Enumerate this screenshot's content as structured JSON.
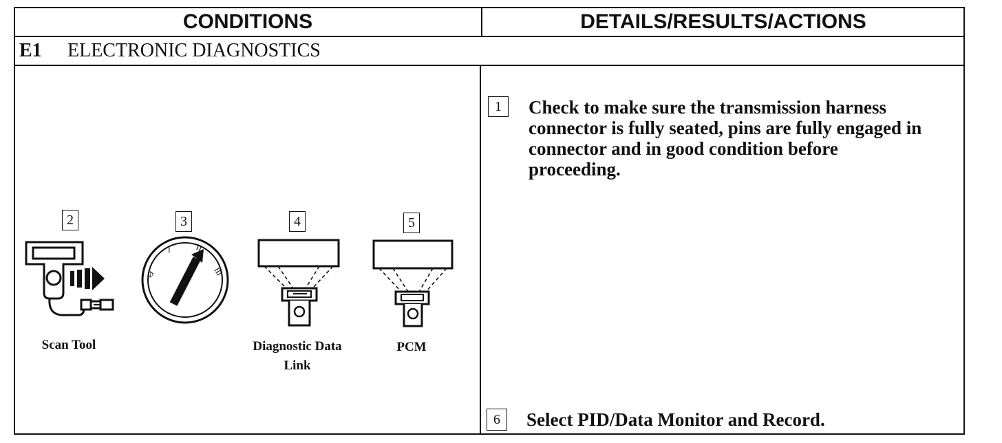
{
  "table": {
    "headers": {
      "conditions": "CONDITIONS",
      "details": "DETAILS/RESULTS/ACTIONS"
    },
    "section": {
      "code": "E1",
      "title": "ELECTRONIC DIAGNOSTICS"
    }
  },
  "illustrations": [
    {
      "number": "2",
      "caption": "Scan Tool",
      "icon": "scan-tool-icon"
    },
    {
      "number": "3",
      "caption": "",
      "icon": "ignition-key-icon"
    },
    {
      "number": "4",
      "caption_line1": "Diagnostic Data",
      "caption_line2": "Link",
      "icon": "diagnostic-data-link-icon"
    },
    {
      "number": "5",
      "caption": "PCM",
      "icon": "pcm-connector-icon"
    }
  ],
  "ignition_dial": {
    "labels": [
      "Ø",
      "I",
      "II",
      "III"
    ]
  },
  "steps": [
    {
      "number": "1",
      "lines": [
        "Check to make sure the transmission harness",
        "connector is fully seated, pins are fully engaged in",
        "connector and in good condition before",
        "proceeding."
      ]
    },
    {
      "number": "6",
      "text": "Select PID/Data Monitor and Record."
    }
  ]
}
